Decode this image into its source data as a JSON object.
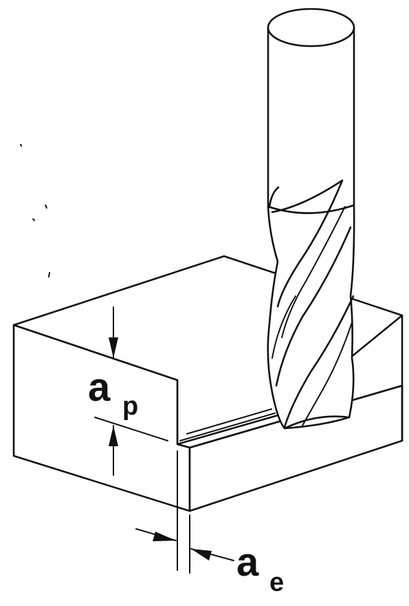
{
  "labels": {
    "ap_main": "a",
    "ap_sub": "p",
    "ae_main": "a",
    "ae_sub": "e"
  },
  "colors": {
    "line": "#111111",
    "background": "#ffffff"
  }
}
